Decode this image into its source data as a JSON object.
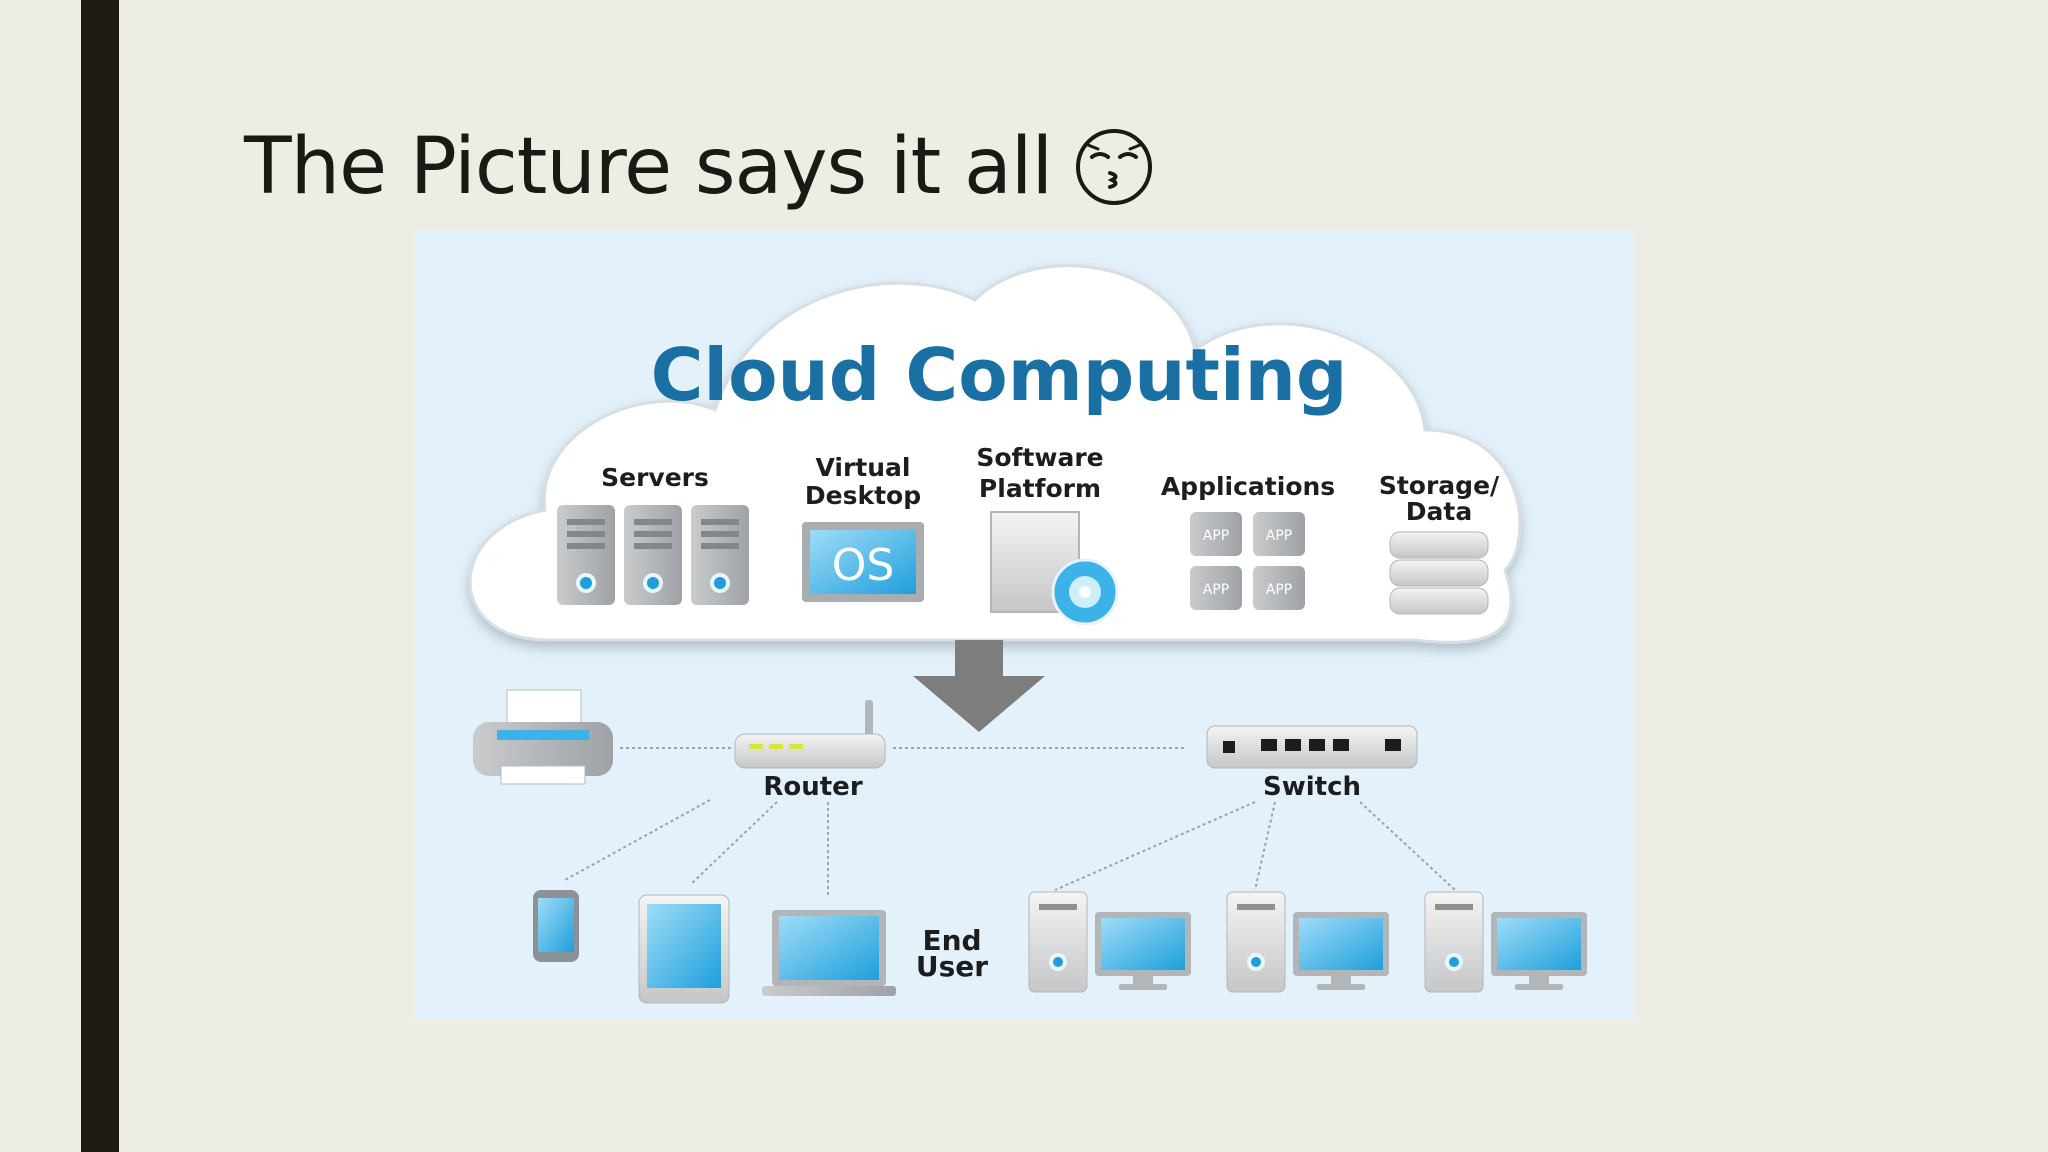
{
  "slide": {
    "title": "The Picture says it all",
    "title_emoji": "kissing-face-closed-eyes-icon"
  },
  "diagram": {
    "cloud_title": "Cloud Computing",
    "cloud_components": [
      {
        "label_lines": [
          "Servers"
        ],
        "icon": "server-rack-icon"
      },
      {
        "label_lines": [
          "Virtual",
          "Desktop"
        ],
        "icon": "os-monitor-icon",
        "icon_text": "OS"
      },
      {
        "label_lines": [
          "Software",
          "Platform"
        ],
        "icon": "software-disc-icon"
      },
      {
        "label_lines": [
          "Applications"
        ],
        "icon": "app-grid-icon",
        "icon_text": "APP"
      },
      {
        "label_lines": [
          "Storage/",
          "Data"
        ],
        "icon": "database-icon"
      }
    ],
    "network": {
      "router_label": "Router",
      "switch_label": "Switch",
      "end_user_lines": [
        "End",
        "User"
      ]
    },
    "colors": {
      "title_blue": "#1a6fa3",
      "background": "#e2f1fa",
      "screen_blue": "#3bb3e8",
      "arrow_gray": "#7d7d7d"
    }
  }
}
